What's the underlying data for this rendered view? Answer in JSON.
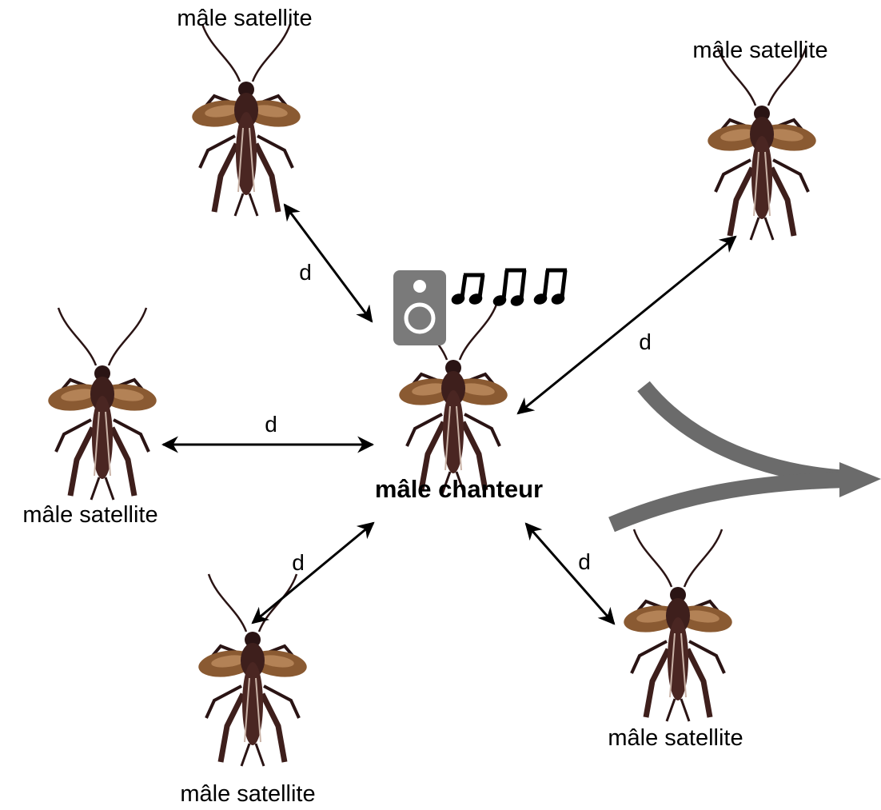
{
  "diagram": {
    "center_label": "mâle chanteur",
    "satellite_label": "mâle satellite",
    "distance_label": "d",
    "colors": {
      "arrow": "#000000",
      "curved_arrow": "#6b6b6b",
      "speaker_body": "#7a7a7a",
      "wing": "#8a5a32",
      "body": "#3e1f1c",
      "leg": "#2a1414"
    },
    "icons": [
      "speaker-icon",
      "music-notes-icon",
      "cricket-icon"
    ]
  },
  "labels": {
    "sat_top_left": "mâle satellite",
    "sat_top_right": "mâle satellite",
    "sat_left": "mâle satellite",
    "sat_bottom_left": "mâle satellite",
    "sat_bottom_right": "mâle satellite",
    "singer": "mâle chanteur",
    "d1": "d",
    "d2": "d",
    "d3": "d",
    "d4": "d",
    "d5": "d"
  }
}
